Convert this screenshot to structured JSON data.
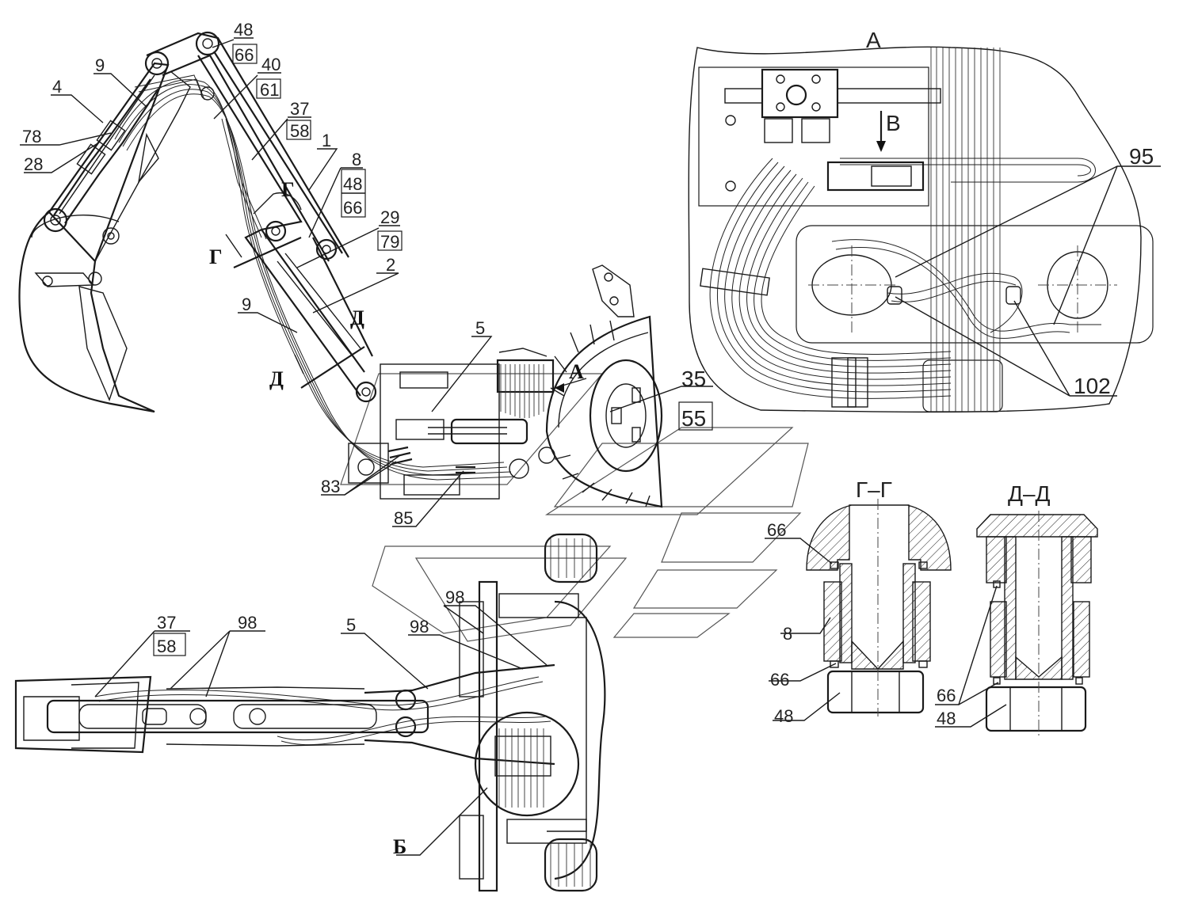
{
  "labels": {
    "n1": "1",
    "n2": "2",
    "n4": "4",
    "n5": "5",
    "n8": "8",
    "n9": "9",
    "n28": "28",
    "n29": "29",
    "n35": "35",
    "n37": "37",
    "n40": "40",
    "n48": "48",
    "n55": "55",
    "n58": "58",
    "n61": "61",
    "n66": "66",
    "n78": "78",
    "n79": "79",
    "n83": "83",
    "n85": "85",
    "n95": "95",
    "n98": "98",
    "n102": "102"
  },
  "sections": {
    "view_a": "А",
    "view_b": "В",
    "view_be": "Б",
    "g": "Г",
    "d": "Д",
    "gg": "Г–Г",
    "dd": "Д–Д"
  }
}
